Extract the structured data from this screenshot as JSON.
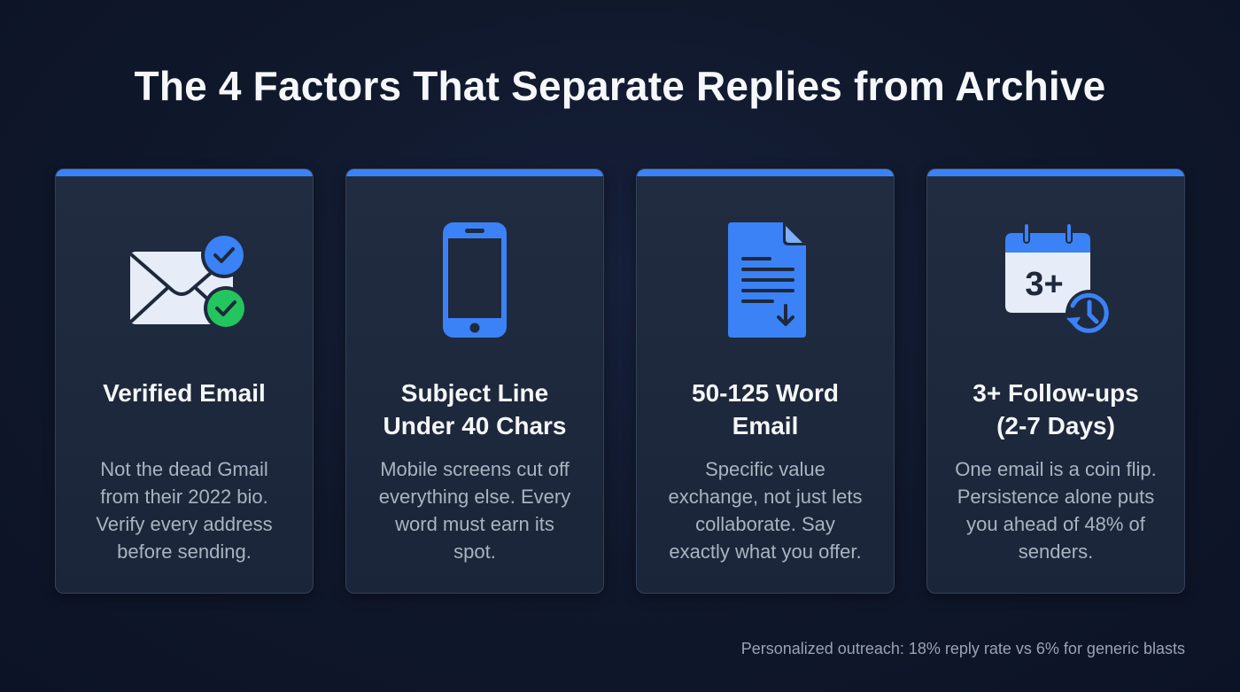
{
  "title": "The 4 Factors That Separate Replies from Archive",
  "colors": {
    "background": "#0f172a",
    "card": "#1f2a3e",
    "accent_blue": "#3b82f6",
    "success_green": "#22c55e",
    "heading_text": "#f4f6f8",
    "body_text": "#aab3c0"
  },
  "cards": [
    {
      "icon": "envelope-with-checkmarks-icon",
      "heading_lines": [
        "Verified Email"
      ],
      "body_lines": [
        "Not the dead Gmail",
        "from their 2022 bio.",
        "Verify every address",
        "before sending."
      ]
    },
    {
      "icon": "smartphone-icon",
      "heading_lines": [
        "Subject Line",
        "Under 40 Chars"
      ],
      "body_lines": [
        "Mobile screens cut off",
        "everything else. Every",
        "word must earn its",
        "spot."
      ]
    },
    {
      "icon": "document-download-icon",
      "heading_lines": [
        "50-125 Word",
        "Email"
      ],
      "body_lines": [
        "Specific value",
        "exchange, not just lets",
        "collaborate. Say",
        "exactly what you offer."
      ]
    },
    {
      "icon": "calendar-clock-icon",
      "icon_text": "3+",
      "heading_lines": [
        "3+ Follow-ups",
        "(2-7 Days)"
      ],
      "body_lines": [
        "One email is a coin flip.",
        "Persistence alone puts",
        "you ahead of 48% of",
        "senders."
      ]
    }
  ],
  "footer": "Personalized outreach: 18% reply rate vs 6% for generic blasts"
}
